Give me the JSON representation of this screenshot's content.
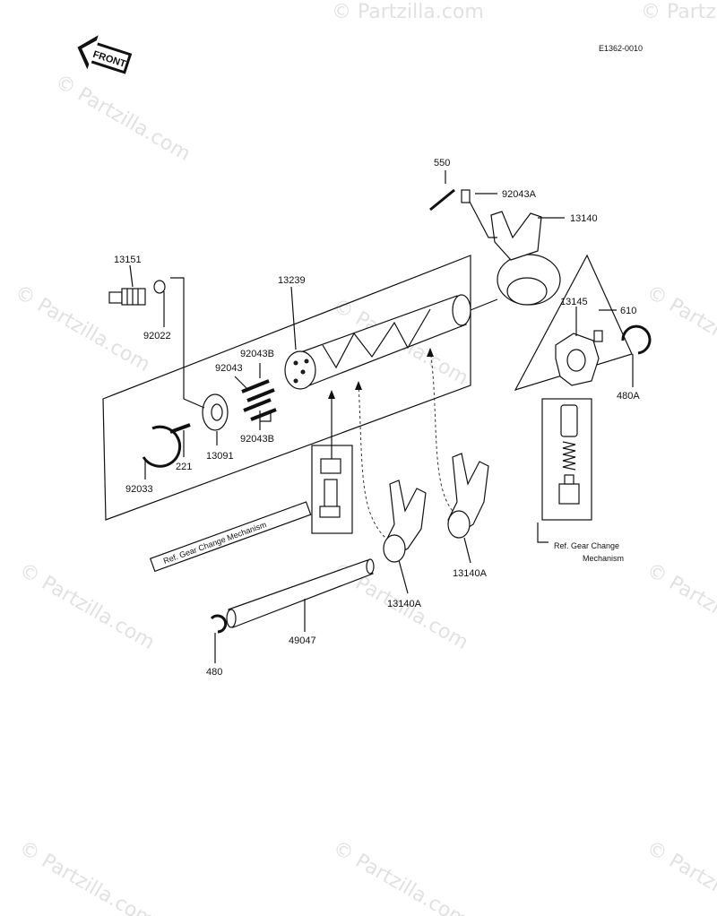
{
  "diagram_code": "E1362-0010",
  "front_badge": "FRONT",
  "watermark": "© Partzilla.com",
  "parts": {
    "p550": "550",
    "p92043A": "92043A",
    "p13140": "13140",
    "p13151": "13151",
    "p13239": "13239",
    "p92022": "92022",
    "p92043B_top": "92043B",
    "p92043": "92043",
    "p13145": "13145",
    "p610": "610",
    "p480A": "480A",
    "p221": "221",
    "p13091": "13091",
    "p92043B_bottom": "92043B",
    "p92033": "92033",
    "p13140A_left": "13140A",
    "p13140A_right": "13140A",
    "p49047": "49047",
    "p480": "480"
  },
  "refs": {
    "left": "Ref. Gear Change Mechanism",
    "right_line1": "Ref.  Gear Change",
    "right_line2": "Mechanism"
  }
}
